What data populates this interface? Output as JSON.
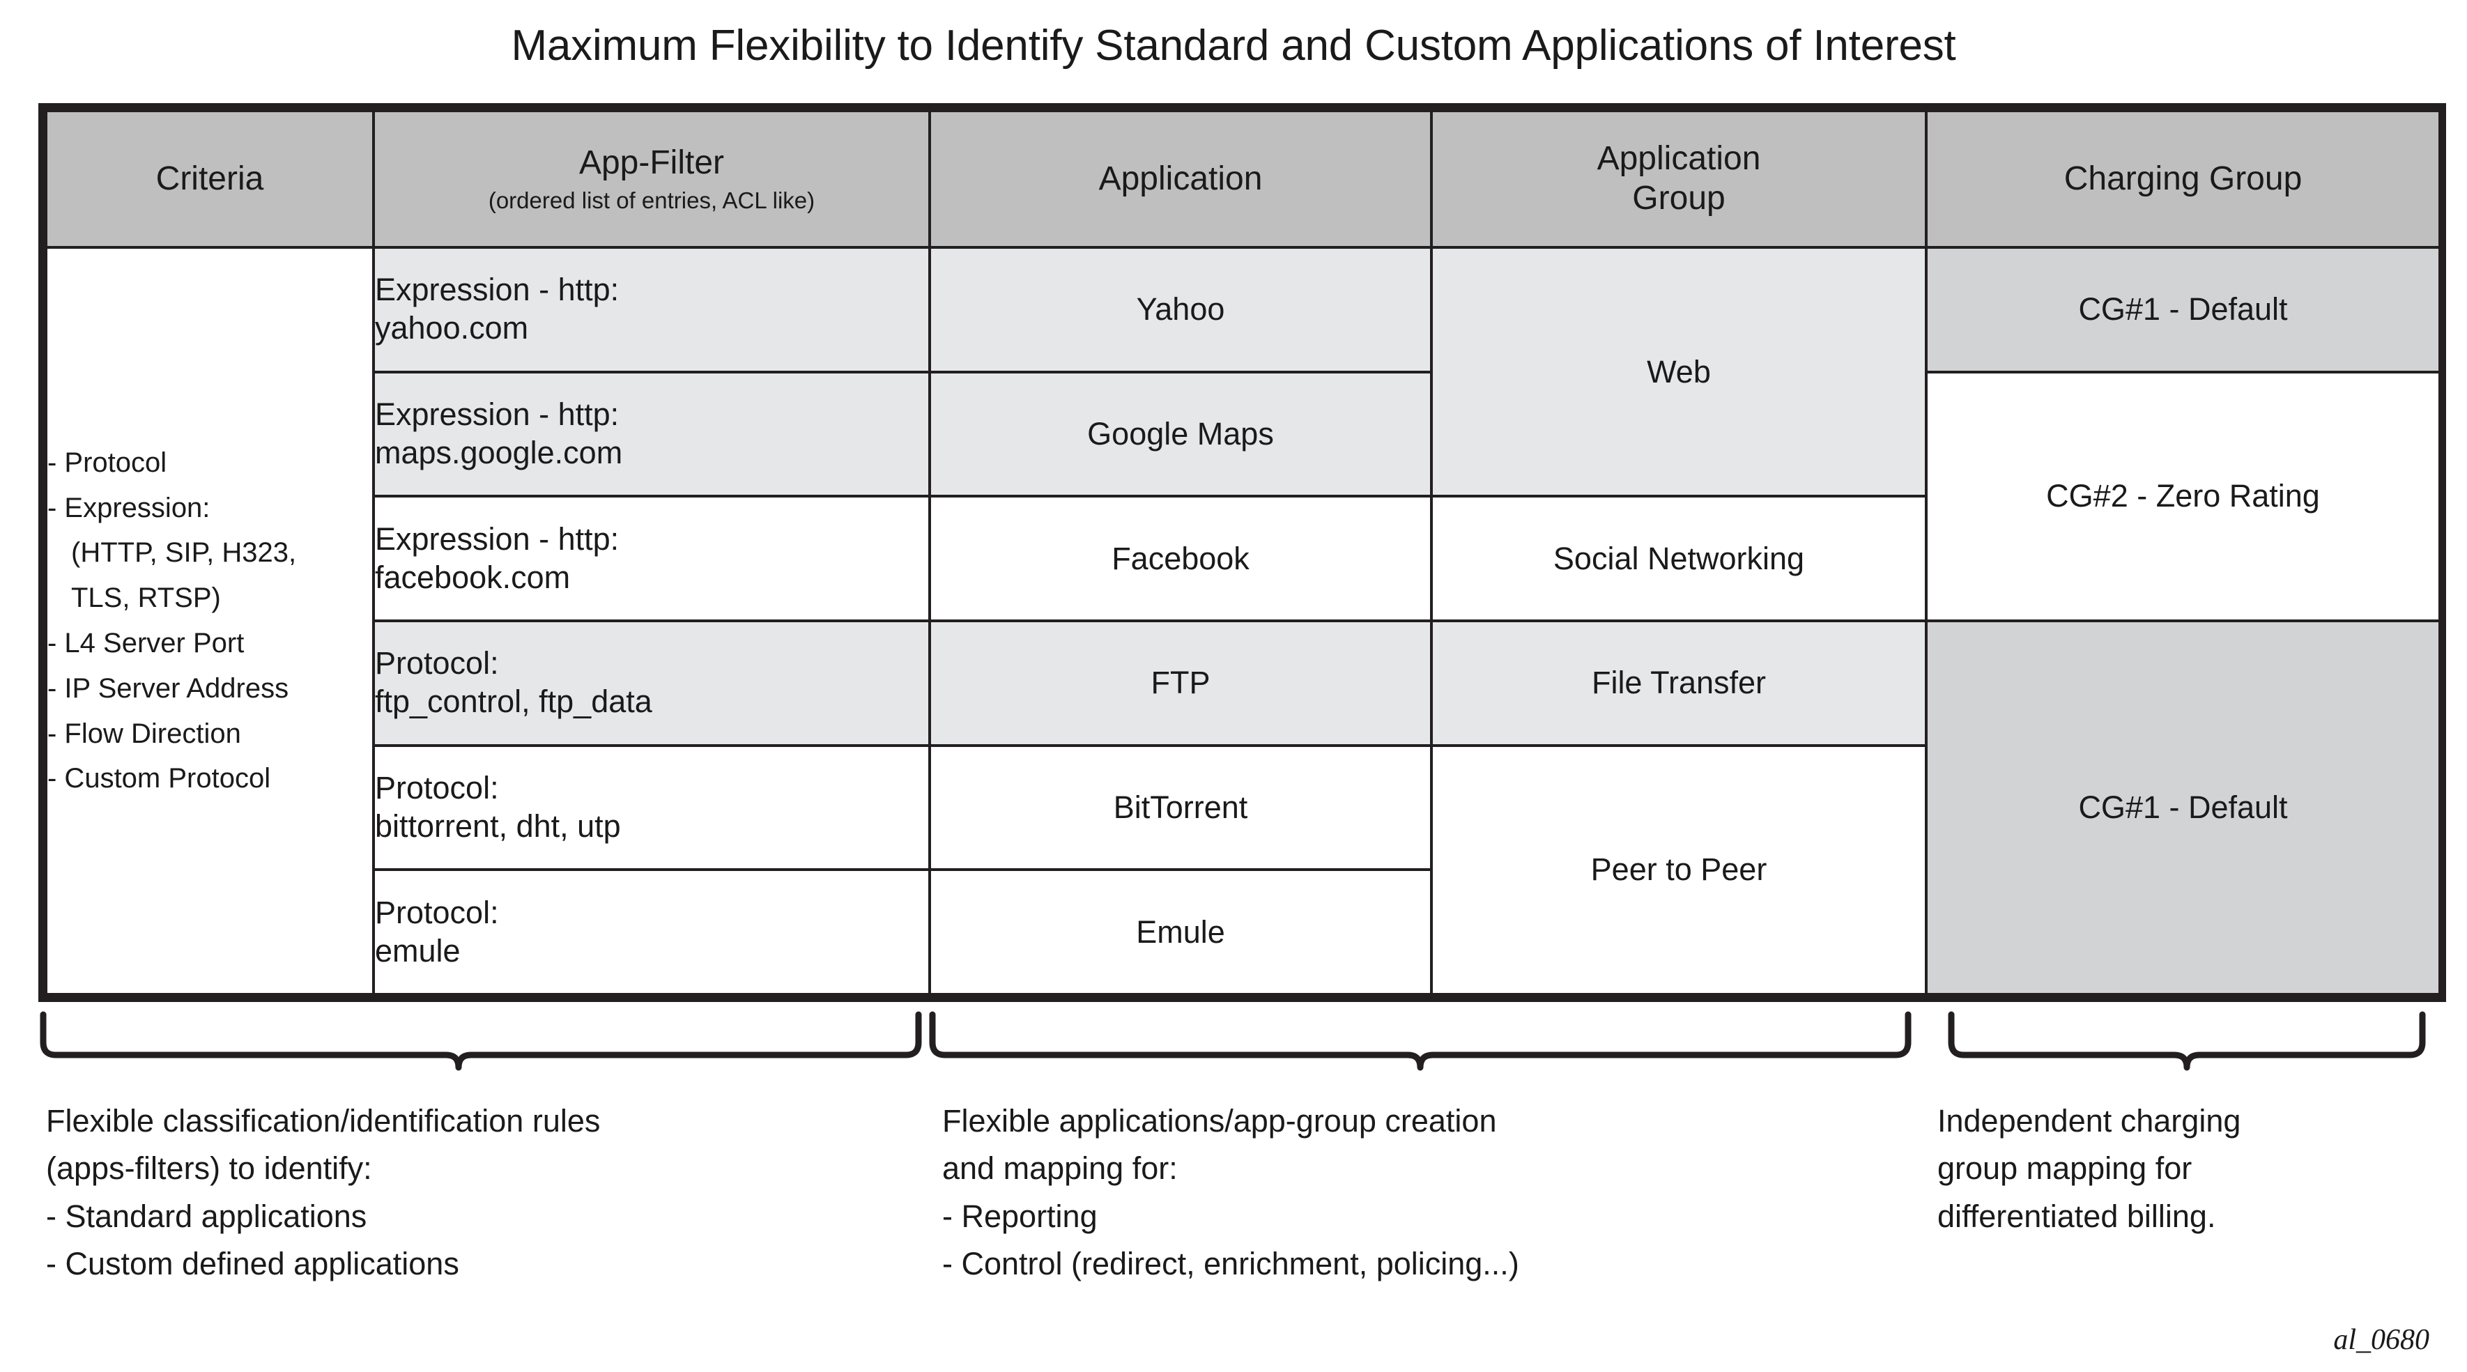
{
  "title": "Maximum Flexibility to Identify Standard and Custom Applications of Interest",
  "figure_code": "al_0680",
  "colors": {
    "header_fill": "#bfbfbf",
    "row_shade_light": "#e6e7e8",
    "row_shade_dark": "#d2d3d5",
    "row_white": "#ffffff",
    "border": "#231f20",
    "text": "#1a1a1a"
  },
  "table": {
    "headers": [
      {
        "label": "Criteria",
        "sub": ""
      },
      {
        "label": "App-Filter",
        "sub": "(ordered list of entries, ACL like)"
      },
      {
        "label": "Application",
        "sub": ""
      },
      {
        "label": "Application\nGroup",
        "sub": ""
      },
      {
        "label": "Charging Group",
        "sub": ""
      }
    ],
    "criteria": {
      "items": [
        "- Protocol",
        "- Expression:",
        "(HTTP, SIP, H323,",
        "TLS, RTSP)",
        "- L4 Server Port",
        "- IP Server Address",
        "- Flow Direction",
        "- Custom Protocol"
      ]
    },
    "rows": [
      {
        "app_filter_line1": "Expression - http:",
        "app_filter_line2": "yahoo.com",
        "application": "Yahoo"
      },
      {
        "app_filter_line1": "Expression - http:",
        "app_filter_line2": "maps.google.com",
        "application": "Google Maps"
      },
      {
        "app_filter_line1": "Expression - http:",
        "app_filter_line2": "facebook.com",
        "application": "Facebook"
      },
      {
        "app_filter_line1": "Protocol:",
        "app_filter_line2": "ftp_control, ftp_data",
        "application": "FTP"
      },
      {
        "app_filter_line1": "Protocol:",
        "app_filter_line2": "bittorrent, dht, utp",
        "application": "BitTorrent"
      },
      {
        "app_filter_line1": "Protocol:",
        "app_filter_line2": "emule",
        "application": "Emule"
      }
    ],
    "application_groups": [
      {
        "label": "Web",
        "rowspan": 2
      },
      {
        "label": "Social Networking",
        "rowspan": 1
      },
      {
        "label": "File Transfer",
        "rowspan": 1
      },
      {
        "label": "Peer to Peer",
        "rowspan": 2
      }
    ],
    "charging_groups": [
      {
        "label": "CG#1 - Default",
        "rowspan": 1
      },
      {
        "label": "CG#2 - Zero Rating",
        "rowspan": 2
      },
      {
        "label": "CG#1 - Default",
        "rowspan": 3
      }
    ]
  },
  "captions": [
    "Flexible classification/identification rules\n(apps-filters) to identify:\n- Standard applications\n- Custom defined applications",
    "Flexible applications/app-group creation\nand mapping for:\n- Reporting\n- Control (redirect, enrichment, policing...)",
    "Independent charging\ngroup mapping for\ndifferentiated billing."
  ]
}
